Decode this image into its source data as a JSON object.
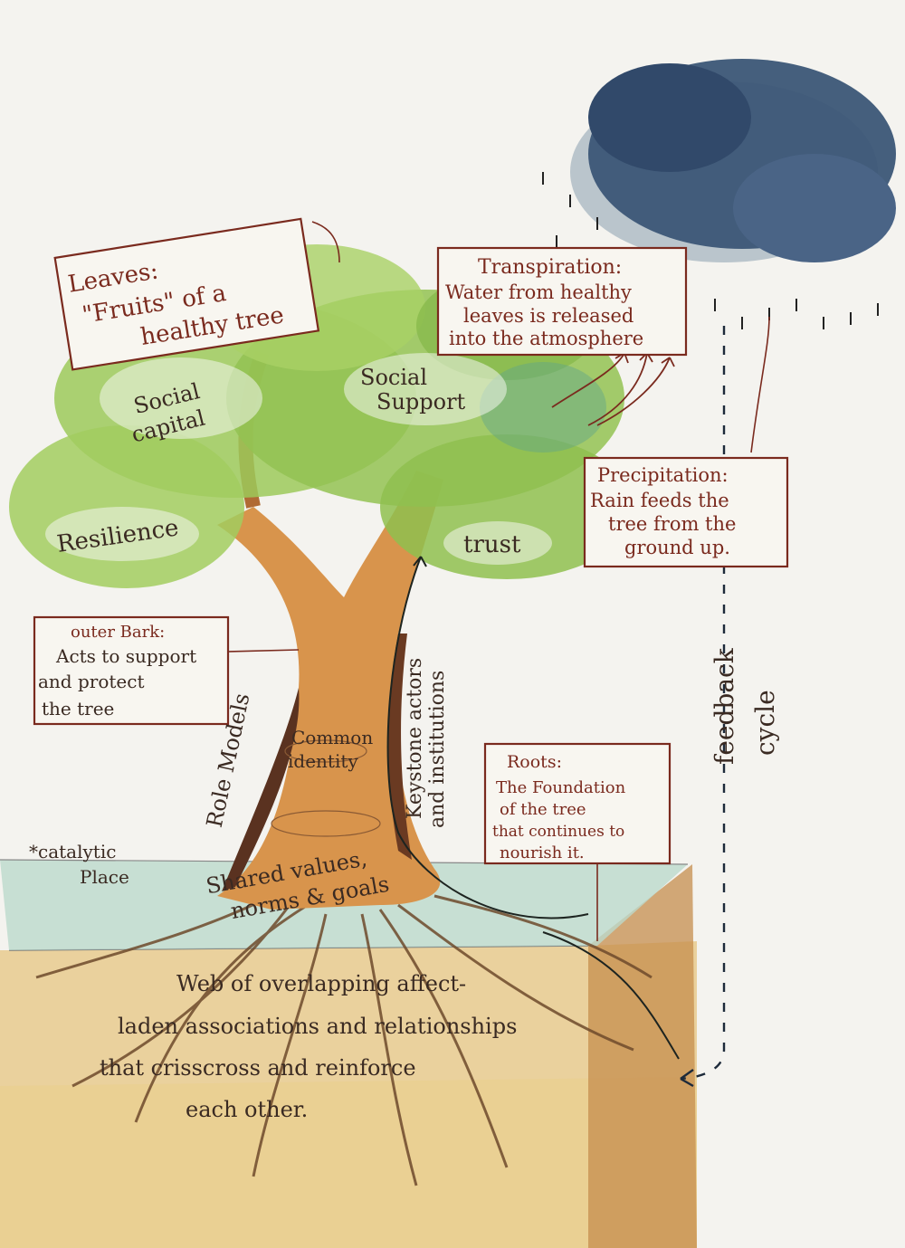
{
  "labels": {
    "leaves_box": [
      "Leaves:",
      "\"Fruits\" of a",
      "healthy tree"
    ],
    "transpiration_box": [
      "Transpiration:",
      "Water from healthy",
      "leaves is released",
      "into the atmosphere"
    ],
    "precipitation_box": [
      "Precipitation:",
      "Rain feeds the",
      "tree from the",
      "ground up."
    ],
    "outer_bark_box": [
      "outer Bark:",
      "Acts to support",
      "and protect",
      "the tree"
    ],
    "roots_box": [
      "Roots:",
      "The Foundation",
      "of the tree",
      "that continues to",
      "nourish it."
    ],
    "canopy": {
      "social_capital": [
        "Social",
        "capital"
      ],
      "social_support": [
        "Social",
        "Support"
      ],
      "resilience": "Resilience",
      "trust": "trust"
    },
    "trunk": {
      "role_models": "Role Models",
      "keystone": [
        "Keystone actors",
        "and institutions"
      ],
      "common_identity": [
        "Common",
        "identity"
      ],
      "shared_values": [
        "Shared values,",
        "norms & goals"
      ]
    },
    "catalytic_place": [
      "*catalytic",
      "Place"
    ],
    "feedback_cycle": [
      "feedback",
      "cycle"
    ],
    "web": [
      "Web of overlapping affect-",
      "laden associations and relationships",
      "that crisscross and reinforce",
      "each other."
    ]
  },
  "colors": {
    "paper": "#f4f3ef",
    "ink_red": "#7a2a1e",
    "ink_dark": "#2b2220",
    "leaf_green": "#8fc04a",
    "trunk_orange": "#d08a44",
    "soil": "#dfae5a",
    "cloud": "#3e5878",
    "ground_teal": "#b9d6cc"
  }
}
